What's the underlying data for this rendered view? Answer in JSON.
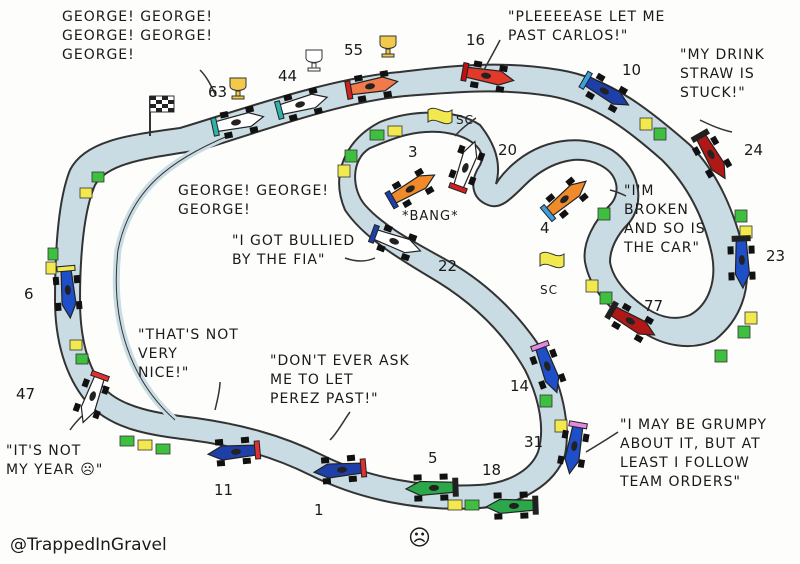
{
  "signature": "@TrappedInGravel",
  "colors": {
    "track": "#c9dce3",
    "track_edge": "#333333",
    "kerb_green": "#3fbf3f",
    "kerb_yellow": "#f2e94e"
  },
  "quotes": {
    "george_top": "GEORGE! GEORGE!\nGEORGE! GEORGE!\nGEORGE!",
    "george_mid": "GEORGE! GEORGE!\nGEORGE!",
    "pleeease": "\"PLEEEEASE LET ME\nPAST CARLOS!\"",
    "drink_straw": "\"MY DRINK\nSTRAW IS\nSTUCK!\"",
    "broken": "\"I'M\nBROKEN\nAND SO IS\nTHE CAR\"",
    "bullied": "\"I GOT BULLIED\nBY THE FIA\"",
    "not_very_nice": "\"THAT'S NOT\nVERY\nNICE!\"",
    "dont_ask": "\"DON'T EVER ASK\nME TO LET\nPEREZ PAST!\"",
    "not_my_year": "\"IT'S NOT\nMY YEAR ☹\"",
    "grumpy": "\"I MAY BE GRUMPY\nABOUT IT, BUT AT\nLEAST I FOLLOW\nTEAM ORDERS\"",
    "bang": "*BANG*",
    "sc_top": "SC",
    "sc_bottom": "SC",
    "sad_face": "☹"
  },
  "car_numbers": {
    "n63": "63",
    "n44": "44",
    "n55": "55",
    "n16": "16",
    "n10": "10",
    "n24": "24",
    "n23": "23",
    "n77": "77",
    "n3": "3",
    "n20": "20",
    "n4": "4",
    "n22": "22",
    "n14": "14",
    "n31": "31",
    "n18": "18",
    "n5": "5",
    "n1": "1",
    "n11": "11",
    "n47": "47",
    "n6": "6"
  },
  "cars": [
    {
      "number": "63",
      "color": "#ffffff",
      "accent": "#2fb3a8"
    },
    {
      "number": "44",
      "color": "#ffffff",
      "accent": "#2fb3a8"
    },
    {
      "number": "55",
      "color": "#f07a4a",
      "accent": "#d02020"
    },
    {
      "number": "16",
      "color": "#e23a2a",
      "accent": "#c01010"
    },
    {
      "number": "10",
      "color": "#1f3fa8",
      "accent": "#3aa0e0"
    },
    {
      "number": "24",
      "color": "#b01818",
      "accent": "#202020"
    },
    {
      "number": "23",
      "color": "#1f4fc8",
      "accent": "#202020"
    },
    {
      "number": "77",
      "color": "#b01818",
      "accent": "#202020"
    },
    {
      "number": "3",
      "color": "#f08a2a",
      "accent": "#1f3fa8"
    },
    {
      "number": "20",
      "color": "#ffffff",
      "accent": "#d02020"
    },
    {
      "number": "4",
      "color": "#f08a2a",
      "accent": "#3aa0e0"
    },
    {
      "number": "22",
      "color": "#ffffff",
      "accent": "#1f3fa8"
    },
    {
      "number": "14",
      "color": "#1f4fc8",
      "accent": "#e38ae0"
    },
    {
      "number": "31",
      "color": "#1f4fc8",
      "accent": "#e38ae0"
    },
    {
      "number": "18",
      "color": "#2aa84a",
      "accent": "#202020"
    },
    {
      "number": "5",
      "color": "#2aa84a",
      "accent": "#202020"
    },
    {
      "number": "1",
      "color": "#1f3fa8",
      "accent": "#e03030"
    },
    {
      "number": "11",
      "color": "#1f3fa8",
      "accent": "#e03030"
    },
    {
      "number": "47",
      "color": "#ffffff",
      "accent": "#e03030"
    },
    {
      "number": "6",
      "color": "#1f4fc8",
      "accent": "#f2e94e"
    }
  ],
  "icons": [
    "trophy-icon",
    "chequered-flag-icon",
    "safety-car-flag-icon"
  ]
}
